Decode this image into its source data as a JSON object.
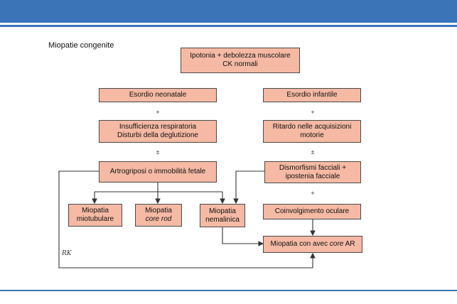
{
  "slide": {
    "title": "Miopatie congenite"
  },
  "diagram": {
    "root": {
      "line1": "Ipotonia + debolezza muscolare",
      "line2": "CK normali"
    },
    "left": {
      "onset": "Esordio neonatale",
      "op1": "+",
      "respiratory": "Insufficienza respiratoria\nDisturbi della deglutizione",
      "op2": "±",
      "arthro": "Artrogriposi o immobilità fetale"
    },
    "right": {
      "onset": "Esordio infantile",
      "op1": "+",
      "delay": "Ritardo nelle acquisizioni\nmotorie",
      "op2": "±",
      "dysmorph": "Dismorfismi facciali +\nipostenia facciale",
      "op3": "+",
      "ocular": "Coinvolgimento oculare"
    },
    "outcomes": {
      "myotubular": "Miopatia\nmiotubulare",
      "corerod_line1": "Miopatia",
      "corerod_line2": "core rod",
      "nemaline": "Miopatia\nnemalinica",
      "avec_prefix": "Miopatia con avec ",
      "avec_italic": "core",
      "avec_suffix": " AR"
    },
    "signature": "RK"
  },
  "colors": {
    "box_fill": "#f5b9a4",
    "accent": "#3b75b8"
  }
}
